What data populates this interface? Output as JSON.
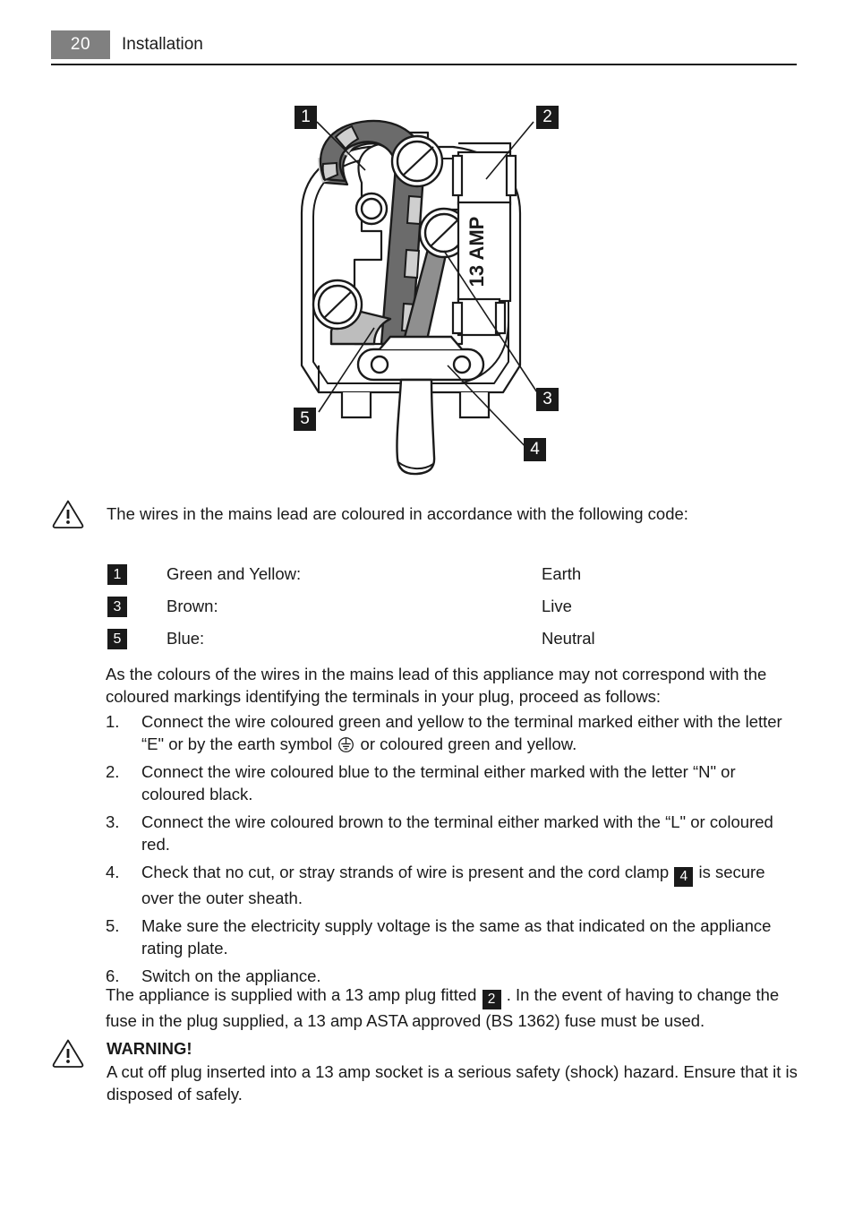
{
  "header": {
    "page_number": "20",
    "section_title": "Installation"
  },
  "figure": {
    "name": "uk-13-amp-plug-wiring-diagram",
    "fuse_label": "13 AMP",
    "callouts": [
      {
        "id": "1",
        "label": "1"
      },
      {
        "id": "2",
        "label": "2"
      },
      {
        "id": "3",
        "label": "3"
      },
      {
        "id": "4",
        "label": "4"
      },
      {
        "id": "5",
        "label": "5"
      }
    ]
  },
  "intro": {
    "text": "The wires in the mains lead are coloured in accordance with the following code:"
  },
  "colour_code": {
    "rows": [
      {
        "badge": "1",
        "colour": "Green and Yellow:",
        "role": "Earth"
      },
      {
        "badge": "3",
        "colour": "Brown:",
        "role": "Live"
      },
      {
        "badge": "5",
        "colour": "Blue:",
        "role": "Neutral"
      }
    ]
  },
  "intro2": {
    "text": "As the colours of the wires in the mains lead of this appliance may not correspond with the coloured markings identifying the terminals in your plug, proceed as follows:"
  },
  "steps": [
    {
      "num": "1.",
      "part1": "Connect the wire coloured green and yellow to the terminal marked either with the letter “E\" or by the earth symbol",
      "part2": "or coloured green and yellow.",
      "has_earth_symbol": true
    },
    {
      "num": "2.",
      "part1": "Connect the wire coloured blue to the terminal either marked with the letter “N\" or coloured black.",
      "part2": "",
      "has_earth_symbol": false
    },
    {
      "num": "3.",
      "part1": "Connect the wire coloured brown to the terminal either marked with the “L\" or coloured red.",
      "part2": "",
      "has_earth_symbol": false
    },
    {
      "num": "4.",
      "part1": "Check that no cut, or stray strands of wire is present and the cord clamp",
      "part2": "is secure over the outer sheath.",
      "badge": "4"
    },
    {
      "num": "5.",
      "part1": "Make sure the electricity supply voltage is the same as that indicated on the appliance rating plate.",
      "part2": "",
      "has_earth_symbol": false
    },
    {
      "num": "6.",
      "part1": "Switch on the appliance.",
      "part2": "",
      "has_earth_symbol": false
    }
  ],
  "supplied": {
    "part1": "The appliance is supplied with a 13 amp plug fitted",
    "badge": "2",
    "part2": ". In the event of having to change the fuse in the plug supplied, a 13 amp ASTA approved (BS 1362) fuse must be used."
  },
  "warning": {
    "title": "WARNING!",
    "text": "A cut off plug inserted into a 13 amp socket is a serious safety (shock) hazard. Ensure that it is disposed of safely."
  },
  "colors": {
    "page_badge_bg": "#808080",
    "callout_bg": "#1a1a1a",
    "text": "#1a1a1a",
    "wire_earth_dark": "#6b6b6b",
    "wire_earth_light": "#cfcfcf",
    "wire_live_brown": "#8f8f8f",
    "wire_neutral_blue": "#bdbdbd"
  }
}
